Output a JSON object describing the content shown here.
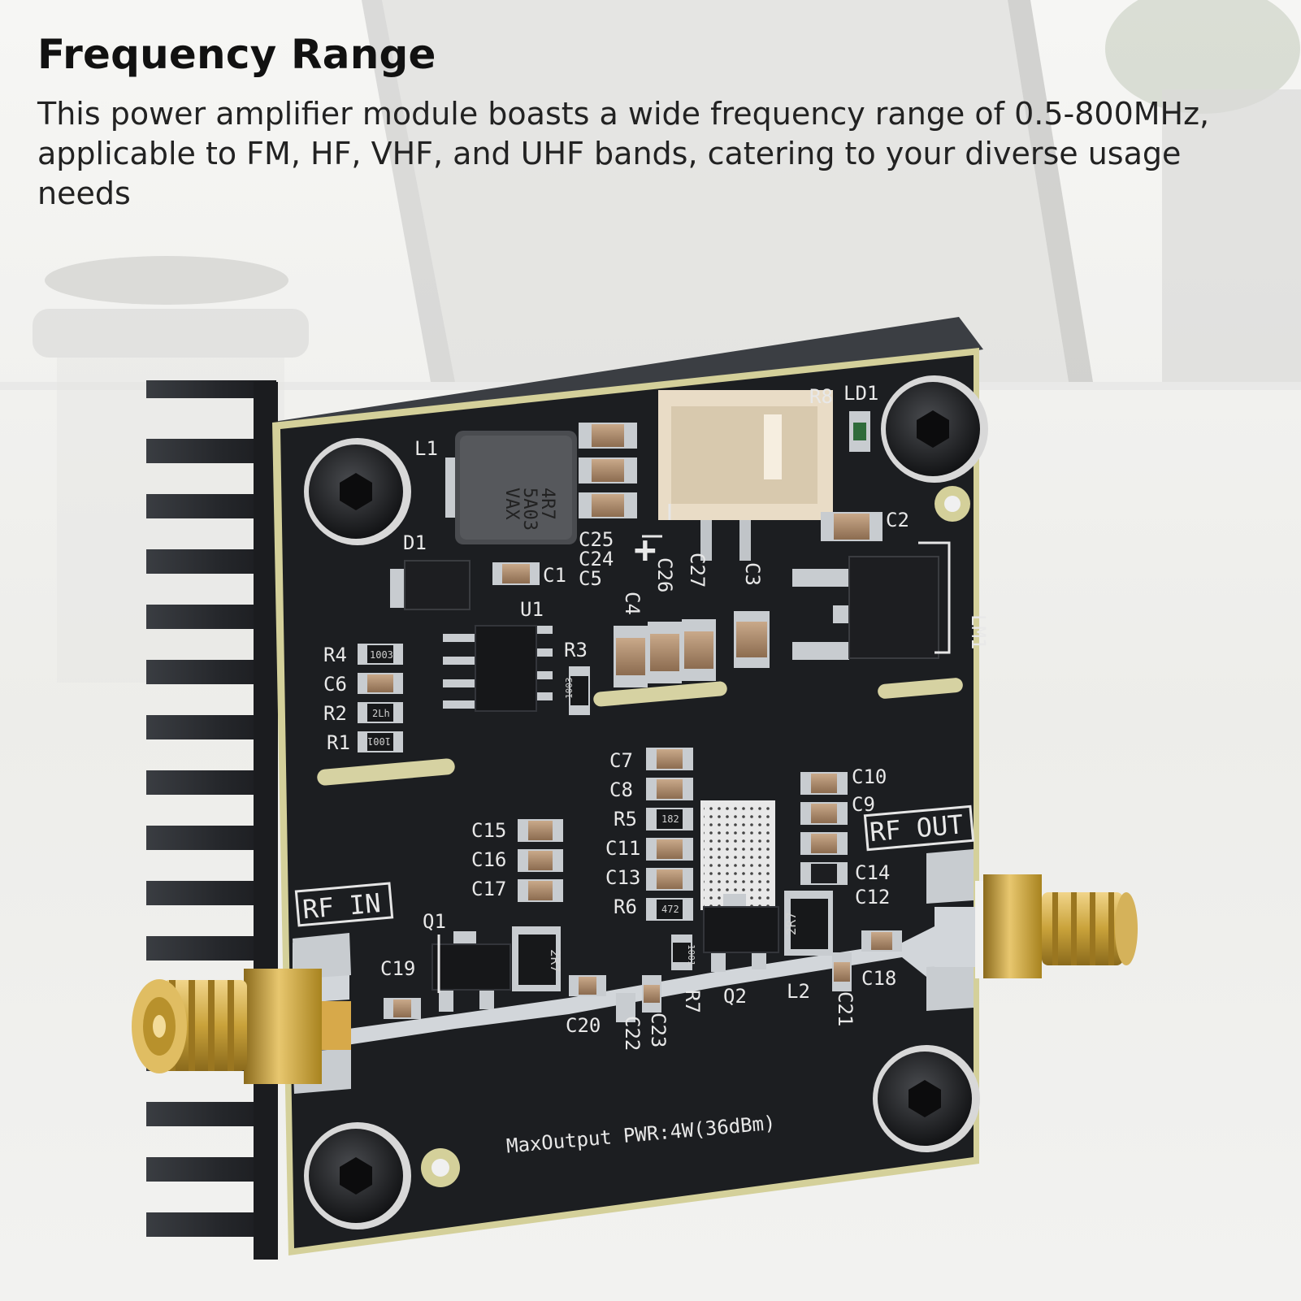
{
  "heading": "Frequency Range",
  "description": "This power amplifier module boasts a wide frequency range of 0.5-800MHz, applicable to FM, HF, VHF, and UHF bands, catering to your diverse usage needs",
  "board": {
    "labels": {
      "rf_in": "RF IN",
      "rf_out": "RF OUT",
      "max_output": "MaxOutput PWR:4W(36dBm)",
      "l1": "L1",
      "d1": "D1",
      "c1": "C1",
      "u1": "U1",
      "c25": "C25",
      "c24": "C24",
      "c5": "C5",
      "c4": "C4",
      "c26": "C26",
      "c27": "C27",
      "c3": "C3",
      "r3": "R3",
      "r8": "R8",
      "ld1": "LD1",
      "c2": "C2",
      "lm1": "LM1",
      "r4": "R4",
      "c6": "C6",
      "r2": "R2",
      "r1": "R1",
      "c7": "C7",
      "c8": "C8",
      "r5": "R5",
      "c11": "C11",
      "c13": "C13",
      "r6": "R6",
      "c15": "C15",
      "c16": "C16",
      "c17": "C17",
      "c10": "C10",
      "c9": "C9",
      "c14": "C14",
      "c12": "C12",
      "q1": "Q1",
      "c19": "C19",
      "c20": "C20",
      "c22": "C22",
      "c23": "C23",
      "r7": "R7",
      "q2": "Q2",
      "l2": "L2",
      "c21": "C21",
      "c18": "C18"
    },
    "markings": {
      "inductor": [
        "4R7",
        "5A03",
        "VAX"
      ],
      "r4": "1003",
      "r2": "2Lh",
      "r1": "1001",
      "r3": "1003",
      "r5": "182",
      "r6": "472",
      "r7": "1001",
      "q1_ind": "2R7",
      "l2_ind": "2R7",
      "plus": "+"
    }
  },
  "colors": {
    "pcb": "#1c1e21",
    "heatsink": "#2a2c30",
    "silkscreen": "#e6e6e6",
    "gold": "#c9a23a",
    "pad": "#c8ccd0"
  }
}
